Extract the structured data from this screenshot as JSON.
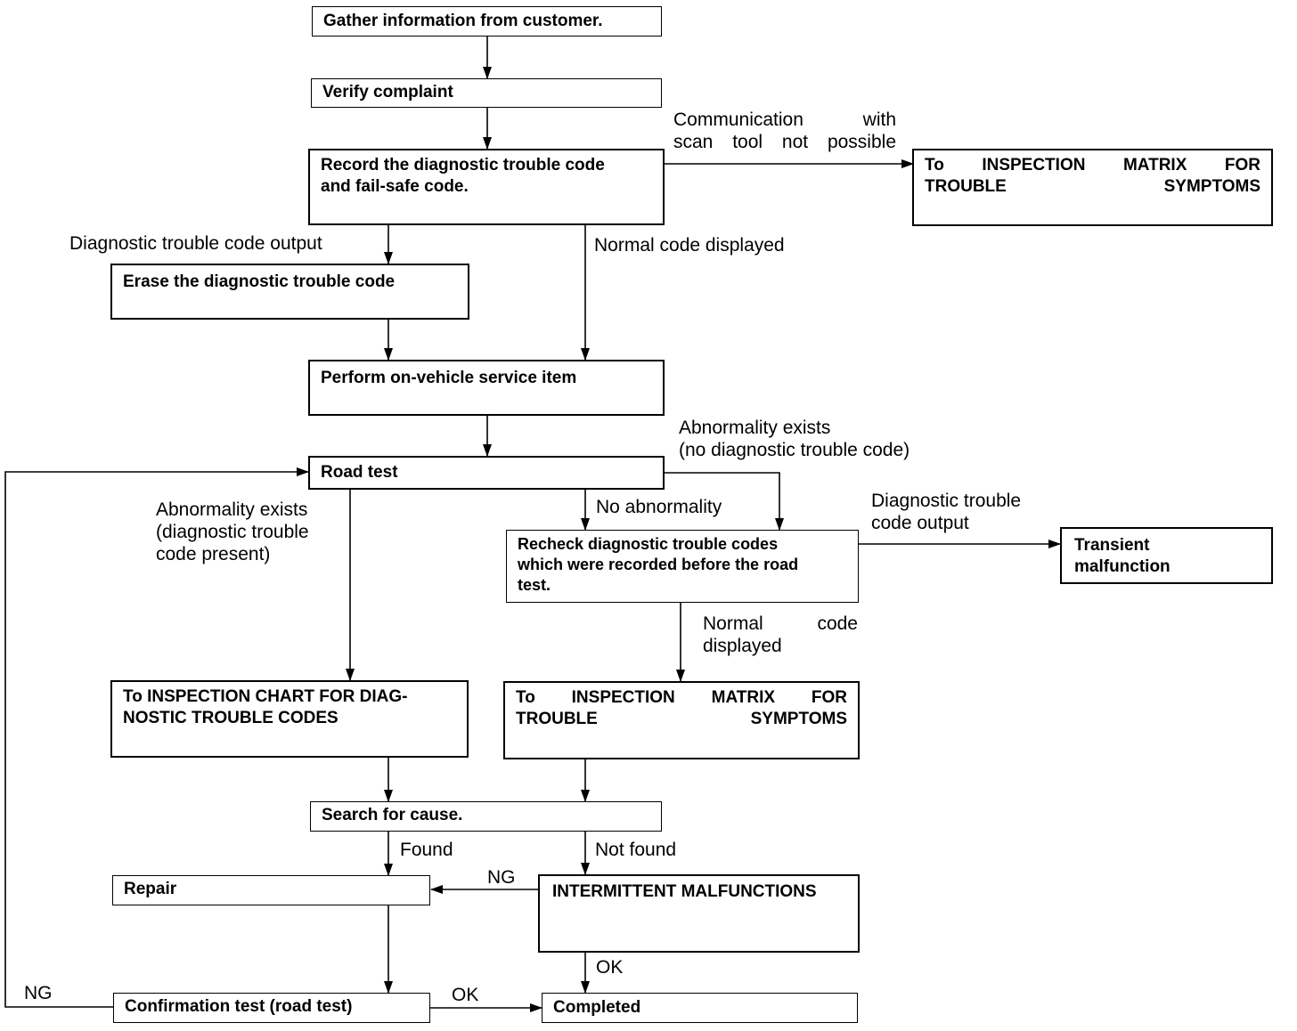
{
  "boxes": {
    "gather": "Gather information from customer.",
    "verify": "Verify complaint",
    "record": "Record the diagnostic trouble code\nand fail-safe code.",
    "matrix_top": "To INSPECTION MATRIX FOR\nTROUBLE SYMPTOMS",
    "erase": "Erase the diagnostic trouble code",
    "perform": "Perform on-vehicle service item",
    "road_test": "Road test",
    "recheck": "Recheck diagnostic trouble codes\nwhich were recorded before the road\ntest.",
    "transient": "Transient\nmalfunction",
    "chart_dtc": "To INSPECTION CHART FOR DIAG-\nNOSTIC TROUBLE CODES",
    "matrix_mid": "To INSPECTION MATRIX FOR\nTROUBLE SYMPTOMS",
    "search": "Search for cause.",
    "repair": "Repair",
    "intermittent": "INTERMITTENT MALFUNCTIONS",
    "confirmation": "Confirmation test (road test)",
    "completed": "Completed"
  },
  "labels": {
    "comm_not_possible": "Communication with\nscan tool not possible",
    "dtc_output_left": "Diagnostic trouble code output",
    "normal_code_displayed": "Normal code displayed",
    "abn_no_dtc": "Abnormality exists\n(no diagnostic trouble code)",
    "abn_dtc_present": "Abnormality exists\n(diagnostic trouble\ncode present)",
    "no_abnormality": "No abnormality",
    "dtc_output_right": "Diagnostic trouble\ncode output",
    "normal_code_displayed_2": "Normal code\ndisplayed",
    "found": "Found",
    "not_found": "Not found",
    "ng_repair": "NG",
    "ok_intermittent": "OK",
    "ng_loop": "NG",
    "ok_completed": "OK"
  }
}
